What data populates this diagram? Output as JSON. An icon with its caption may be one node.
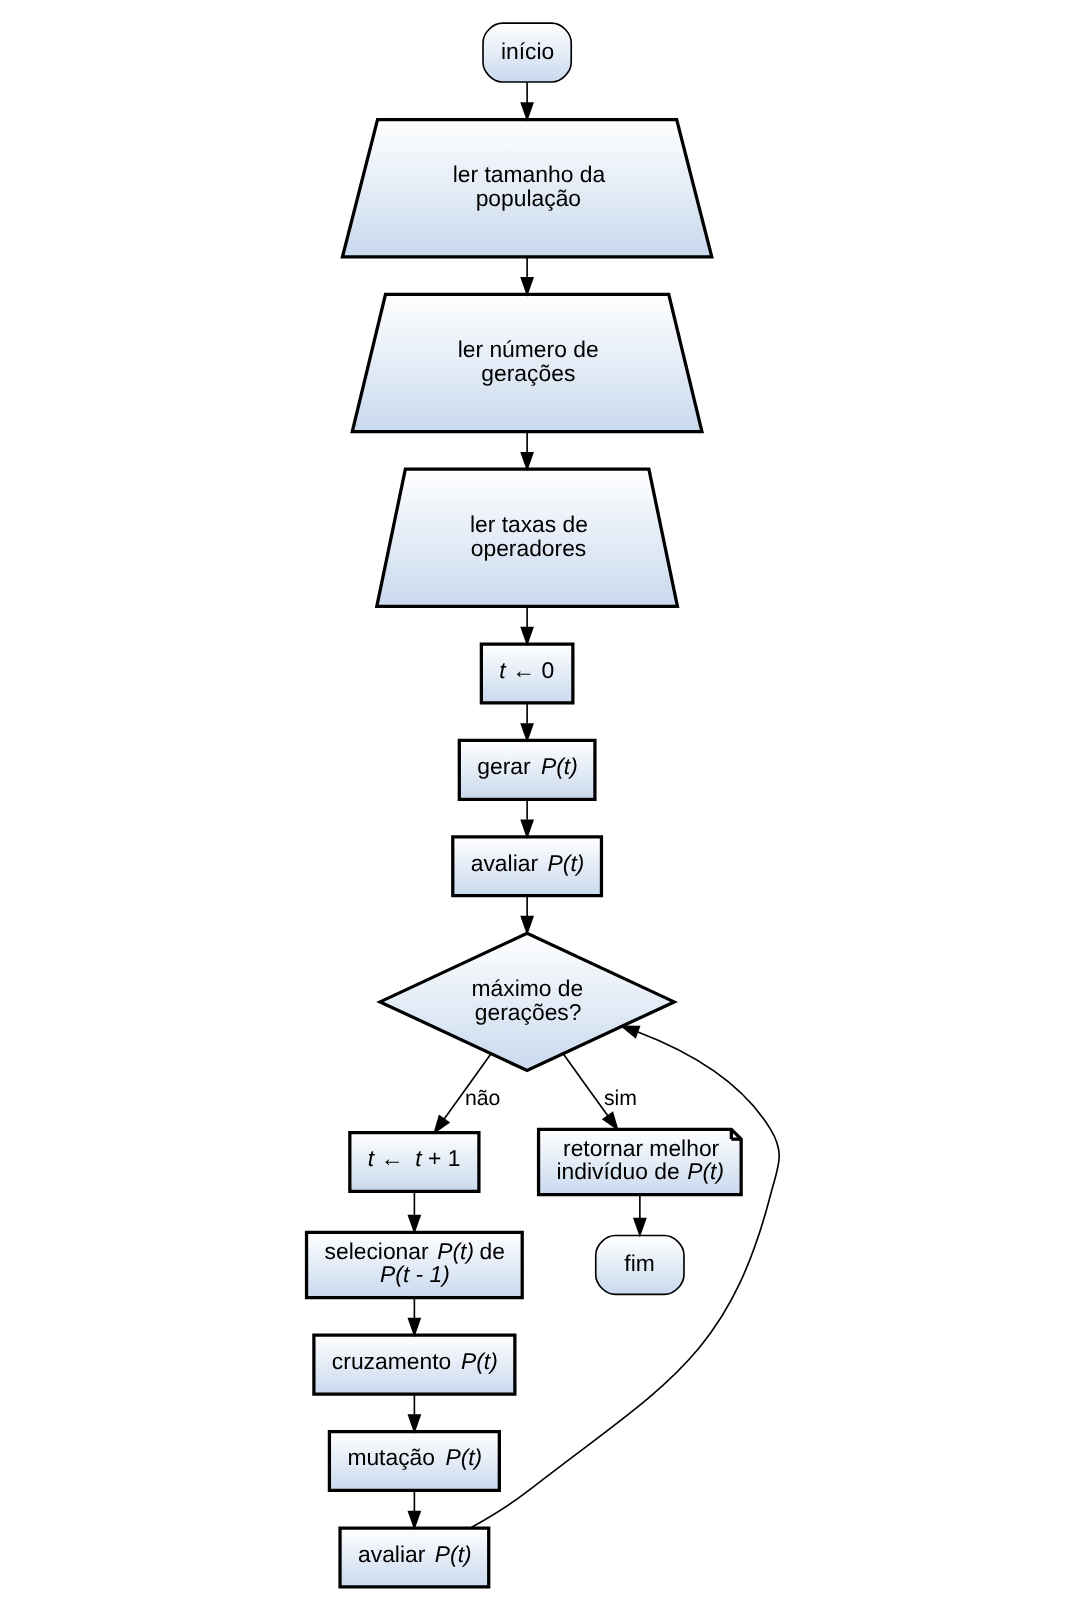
{
  "diagram": {
    "nodes": [
      {
        "text": [
          "início"
        ]
      },
      {
        "text": [
          "ler tamanho da população"
        ]
      },
      {
        "text": [
          "ler número de gerações"
        ]
      },
      {
        "text": [
          "ler taxas de operadores"
        ]
      },
      {
        "text": [
          "*t* ← 0"
        ]
      },
      {
        "text": [
          "gerar *P(t)*"
        ]
      },
      {
        "text": [
          "avaliar *P(t)*"
        ]
      },
      {
        "text": [
          "máximo de gerações?"
        ]
      },
      {
        "text": [
          "*t* ← *t* + 1"
        ]
      },
      {
        "text": [
          "selecionar *P(t)* de *P(t - 1)*"
        ]
      },
      {
        "text": [
          "cruzamento *P(t)*"
        ]
      },
      {
        "text": [
          "mutação *P(t)*"
        ]
      },
      {
        "text": [
          "avaliar *P(t)*"
        ]
      },
      {
        "text": [
          "retornar melhor indivíduo de *P(t)*"
        ]
      },
      {
        "text": [
          "fim"
        ]
      }
    ],
    "edges": [
      {
        "from": 0,
        "to": 1,
        "arrow": "to"
      },
      {
        "from": 1,
        "to": 2,
        "arrow": "to"
      },
      {
        "from": 2,
        "to": 3,
        "arrow": "to"
      },
      {
        "from": 3,
        "to": 4,
        "arrow": "to"
      },
      {
        "from": 4,
        "to": 5,
        "arrow": "to"
      },
      {
        "from": 5,
        "to": 6,
        "arrow": "to"
      },
      {
        "from": 6,
        "to": 7,
        "arrow": "to"
      },
      {
        "from": 7,
        "to": 8,
        "arrow": "to",
        "label": "não"
      },
      {
        "from": 8,
        "to": 9,
        "arrow": "to"
      },
      {
        "from": 9,
        "to": 10,
        "arrow": "to"
      },
      {
        "from": 10,
        "to": 11,
        "arrow": "to"
      },
      {
        "from": 11,
        "to": 12,
        "arrow": "to"
      },
      {
        "from": 12,
        "to": 7,
        "arrow": "to"
      },
      {
        "from": 7,
        "to": 13,
        "arrow": "to",
        "label": "sim"
      },
      {
        "from": 13,
        "to": 14,
        "arrow": "to"
      }
    ]
  }
}
